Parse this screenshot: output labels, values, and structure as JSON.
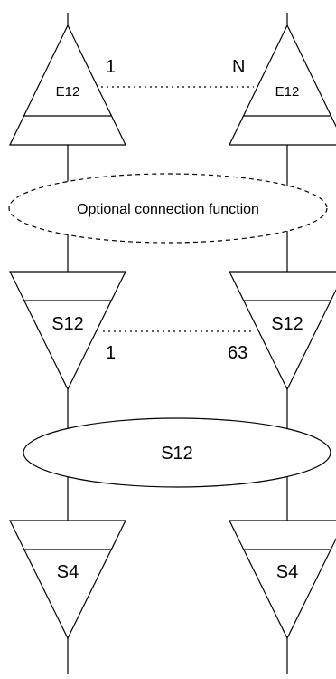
{
  "diagram": {
    "top_left_block_label": "E12",
    "top_right_block_label": "E12",
    "top_left_index": "1",
    "top_right_index": "N",
    "connection_function_label": "Optional connection function",
    "middle_left_block_label": "S12",
    "middle_right_block_label": "S12",
    "middle_left_index": "1",
    "middle_right_index": "63",
    "shared_function_label": "S12",
    "bottom_left_block_label": "S4",
    "bottom_right_block_label": "S4"
  }
}
